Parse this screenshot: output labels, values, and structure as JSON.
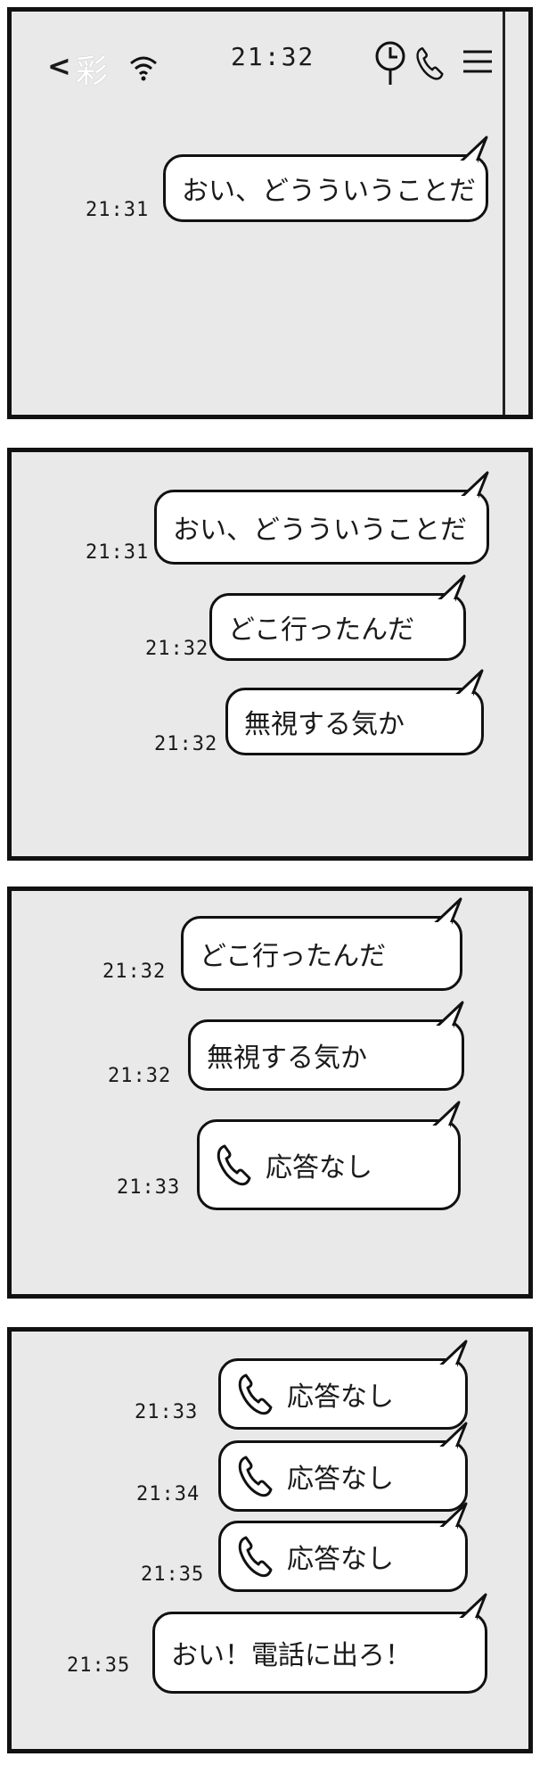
{
  "header": {
    "back_glyph": "<",
    "contact_name": "彩",
    "clock": "21:32"
  },
  "panels": [
    {
      "messages": [
        {
          "time": "21:31",
          "text": "おい、どうういうことだ",
          "kind": "text"
        }
      ]
    },
    {
      "messages": [
        {
          "time": "21:31",
          "text": "おい、どうういうことだ",
          "kind": "text"
        },
        {
          "time": "21:32",
          "text": "どこ行ったんだ",
          "kind": "text"
        },
        {
          "time": "21:32",
          "text": "無視する気か",
          "kind": "text"
        }
      ]
    },
    {
      "messages": [
        {
          "time": "21:32",
          "text": "どこ行ったんだ",
          "kind": "text"
        },
        {
          "time": "21:32",
          "text": "無視する気か",
          "kind": "text"
        },
        {
          "time": "21:33",
          "text": "応答なし",
          "kind": "call",
          "icon": "phone-icon"
        }
      ]
    },
    {
      "messages": [
        {
          "time": "21:33",
          "text": "応答なし",
          "kind": "call",
          "icon": "phone-icon"
        },
        {
          "time": "21:34",
          "text": "応答なし",
          "kind": "call",
          "icon": "phone-icon"
        },
        {
          "time": "21:35",
          "text": "応答なし",
          "kind": "call",
          "icon": "phone-icon"
        },
        {
          "time": "21:35",
          "text": "おい！電話に出ろ！",
          "kind": "text"
        }
      ]
    }
  ]
}
